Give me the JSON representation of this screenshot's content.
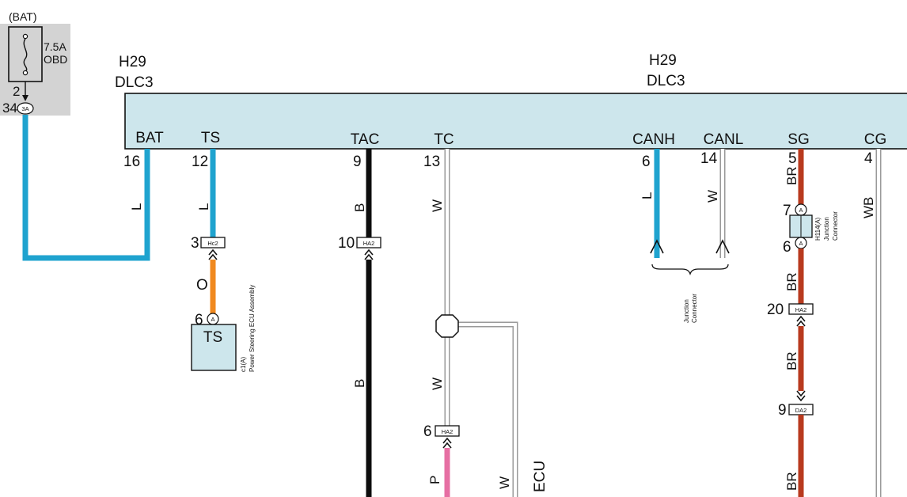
{
  "fuse": {
    "supply": "(BAT)",
    "rating": "7.5A",
    "name": "OBD",
    "pin_top": "2",
    "pin_left": "34",
    "connector": "3A"
  },
  "dlc": {
    "left_code": "H29",
    "left_name": "DLC3",
    "right_code": "H29",
    "right_name": "DLC3",
    "terminals": [
      {
        "label": "BAT",
        "pin": "16"
      },
      {
        "label": "TS",
        "pin": "12"
      },
      {
        "label": "TAC",
        "pin": "9"
      },
      {
        "label": "TC",
        "pin": "13"
      },
      {
        "label": "CANH",
        "pin": "6"
      },
      {
        "label": "CANL",
        "pin": "14"
      },
      {
        "label": "SG",
        "pin": "5"
      },
      {
        "label": "CG",
        "pin": "4"
      }
    ]
  },
  "wire_colors": {
    "bat": "L",
    "ts": "L",
    "ts_lower": "O",
    "tac": "B",
    "tac_lower": "B",
    "tc": "W",
    "tc_mid": "W",
    "tc_lower": "P",
    "branch": "W",
    "canh": "L",
    "canl": "W",
    "sg": "BR",
    "sg_2": "BR",
    "sg_3": "BR",
    "sg_4": "BR",
    "cg": "WB"
  },
  "connectors": {
    "ts_pin": "3",
    "ts_code": "Hc2",
    "tac_pin": "10",
    "tac_code": "HA2",
    "tc_pin": "6",
    "tc_code": "HA2",
    "sg_pin_a": "20",
    "sg_code_a": "HA2",
    "sg_pin_b": "9",
    "sg_code_b": "DA2"
  },
  "ts_module": {
    "pin": "6",
    "circle": "A",
    "label": "TS",
    "code": "c1(A)",
    "desc": "Power Steering ECU Assembly"
  },
  "can_junction": {
    "line1": "Junction",
    "line2": "Connector"
  },
  "sg_junction": {
    "pin_top": "7",
    "pin_bottom": "6",
    "circle": "A",
    "code": "H114(A)",
    "line1": "Junction",
    "line2": "Connector"
  },
  "ecu_label": "ECU",
  "colors": {
    "panel": "#cde6ec",
    "fuse_area": "#d3d3d3",
    "wire_blue": "#1fa3cf",
    "wire_orange": "#f0891f",
    "wire_black": "#0d0d0d",
    "wire_brown": "#b83a1e",
    "wire_pink": "#e66fa3",
    "wire_white_edge": "#9a9a9a"
  }
}
